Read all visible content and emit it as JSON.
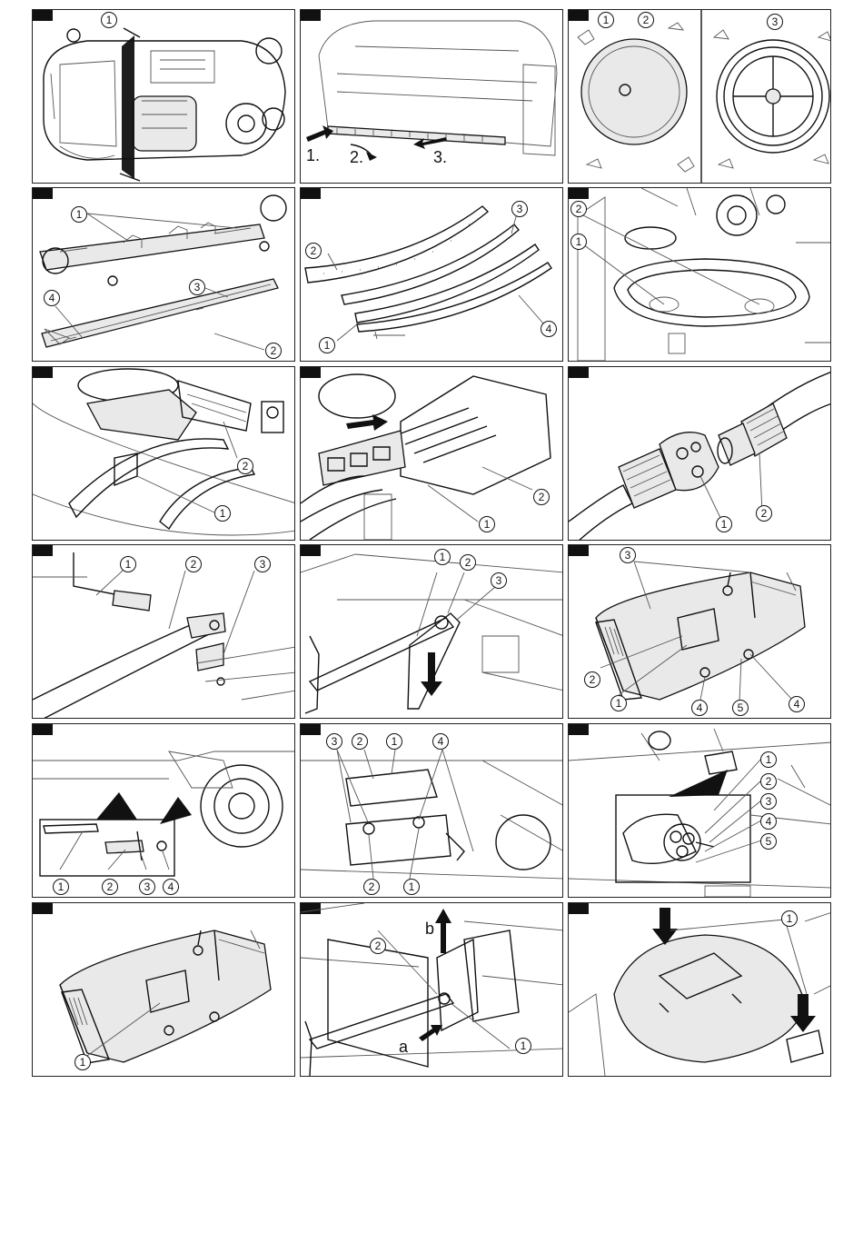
{
  "panels": [
    {
      "callouts": [
        "1"
      ]
    },
    {
      "steps": [
        "1.",
        "2.",
        "3."
      ]
    },
    {
      "callouts": [
        "1",
        "2",
        "3"
      ]
    },
    {
      "callouts": [
        "1",
        "4",
        "3",
        "2"
      ]
    },
    {
      "callouts": [
        "3",
        "2",
        "1",
        "4"
      ]
    },
    {
      "callouts": [
        "2",
        "1"
      ]
    },
    {
      "callouts": [
        "2",
        "1"
      ]
    },
    {
      "callouts": [
        "2",
        "1"
      ]
    },
    {
      "callouts": [
        "1",
        "2"
      ]
    },
    {
      "callouts": [
        "1",
        "2",
        "3"
      ]
    },
    {
      "callouts": [
        "1",
        "2",
        "3"
      ]
    },
    {
      "callouts": [
        "3",
        "2",
        "1",
        "4",
        "5",
        "4"
      ]
    },
    {
      "callouts": [
        "1",
        "2",
        "3",
        "4"
      ]
    },
    {
      "callouts": [
        "3",
        "2",
        "1",
        "4",
        "2",
        "1"
      ]
    },
    {
      "callouts": [
        "1",
        "2",
        "3",
        "4",
        "5"
      ]
    },
    {
      "callouts": [
        "1"
      ]
    },
    {
      "callouts": [
        "2",
        "1"
      ],
      "letters": [
        "b",
        "a"
      ]
    },
    {
      "callouts": [
        "1"
      ]
    }
  ]
}
